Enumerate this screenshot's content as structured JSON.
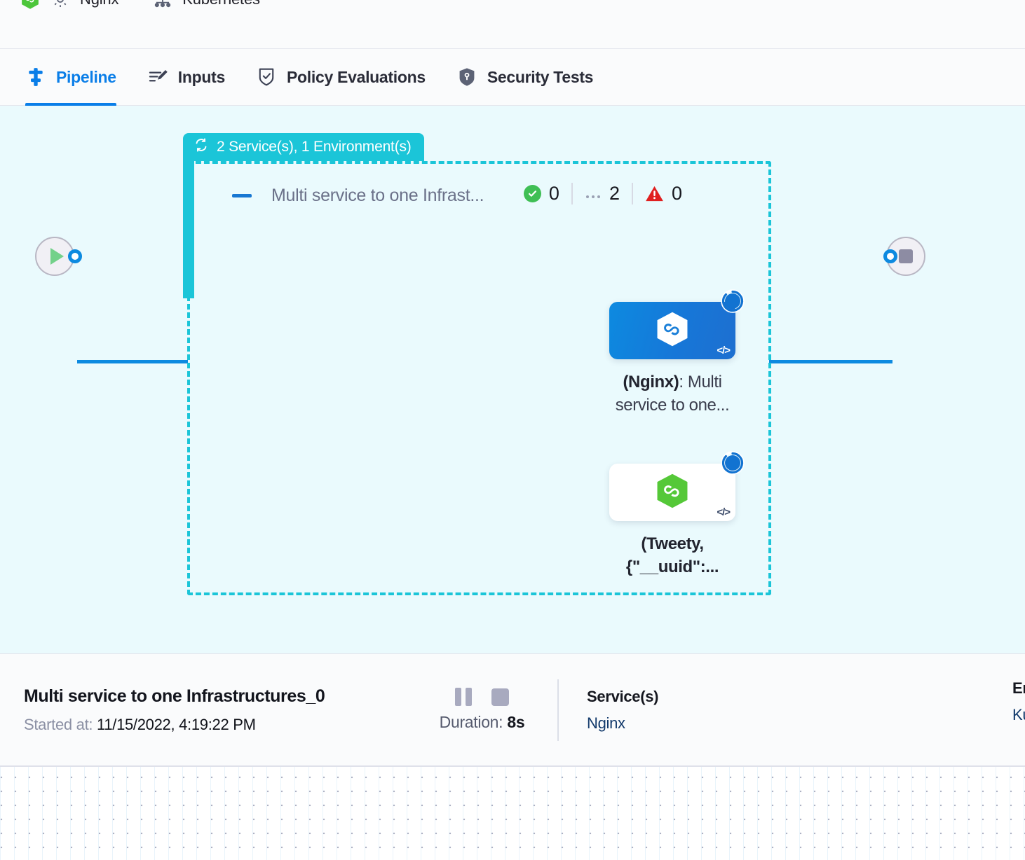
{
  "breadcrumb": {
    "items": [
      {
        "label": "Nginx",
        "icon": "gear-icon"
      },
      {
        "label": "Kubernetes",
        "icon": "kubernetes-icon"
      }
    ]
  },
  "tabs": [
    {
      "label": "Pipeline",
      "icon": "pipeline-icon",
      "active": true
    },
    {
      "label": "Inputs",
      "icon": "inputs-icon",
      "active": false
    },
    {
      "label": "Policy Evaluations",
      "icon": "policy-shield-check-icon",
      "active": false
    },
    {
      "label": "Security Tests",
      "icon": "security-shield-icon",
      "active": false
    }
  ],
  "canvas": {
    "start_node": {
      "name": "start-node",
      "icon": "play-icon"
    },
    "end_node": {
      "name": "end-node",
      "icon": "stop-icon"
    },
    "group": {
      "chip_label": "2 Service(s), 1 Environment(s)",
      "chip_icon": "loop-repeat-icon",
      "chip_color": "#1bc5d8",
      "title": "Multi service to one Infrast...",
      "stats": [
        {
          "key": "success",
          "icon": "check-circle-icon",
          "value": "0",
          "color": "#3fbf55"
        },
        {
          "key": "running",
          "icon": "ellipsis-icon",
          "value": "2",
          "color": "#17181f"
        },
        {
          "key": "failed",
          "icon": "warning-triangle-icon",
          "value": "0",
          "color": "#e02020"
        }
      ],
      "nodes": [
        {
          "name": "service-node-nginx",
          "label_bold": "(Nginx)",
          "label_rest": ": Multi service to one...",
          "status": "running",
          "status_icon": "spinner-icon",
          "code_badge": "</>",
          "logo": "harness-hexagon-icon",
          "logo_color": "#ffffff",
          "card_style": "blue-gradient"
        },
        {
          "name": "service-node-tweety",
          "label_bold": "(Tweety,",
          "label_rest": "{\"__uuid\":...",
          "status": "running",
          "status_icon": "spinner-icon",
          "code_badge": "</>",
          "logo": "harness-hexagon-icon",
          "logo_color": "#55c838",
          "card_style": "white"
        }
      ]
    }
  },
  "detail": {
    "title": "Multi service to one Infrastructures_0",
    "started_label": "Started at:",
    "started_value": "11/15/2022, 4:19:22 PM",
    "pause_button": "pause-icon",
    "stop_button": "stop-icon",
    "duration_label": "Duration:",
    "duration_value": "8s",
    "services_heading": "Service(s)",
    "services_value": "Nginx",
    "environments_heading": "Envi",
    "environments_value": "Kub"
  }
}
